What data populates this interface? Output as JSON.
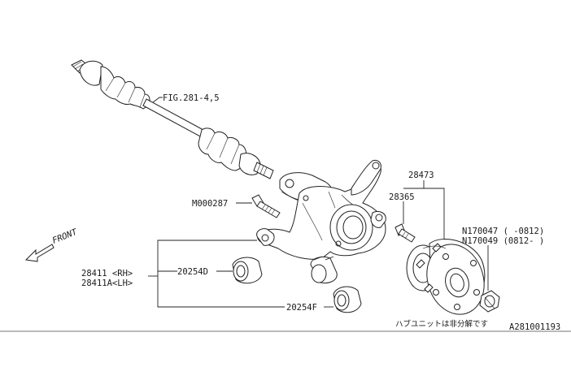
{
  "labels": {
    "fig_ref": "FIG.281-4,5",
    "p28473": "28473",
    "p28365": "28365",
    "m000287": "M000287",
    "front": "FRONT",
    "p28411_rh": "28411 <RH>",
    "p28411a_lh": "28411A<LH>",
    "p20254d": "20254D",
    "p20254f": "20254F",
    "n170047": "N170047 ( -0812)",
    "n170049": "N170049 (0812- )",
    "note_jp": "ハブユニットは非分解です",
    "diagram_id": "A281001193"
  }
}
